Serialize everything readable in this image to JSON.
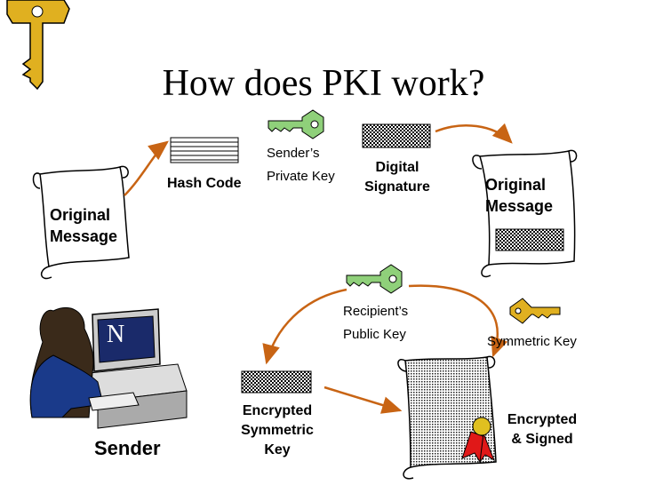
{
  "title": "How does PKI work?",
  "labels": {
    "original_message_left": [
      "Original",
      "Message"
    ],
    "hash_code": "Hash Code",
    "senders_private_key": [
      "Sender’s",
      "Private Key"
    ],
    "digital_signature": [
      "Digital",
      "Signature"
    ],
    "original_message_right": [
      "Original",
      "Message"
    ],
    "recipients_public_key": [
      "Recipient’s",
      "Public Key"
    ],
    "symmetric_key": "Symmetric Key",
    "encrypted_symmetric_key": [
      "Encrypted",
      "Symmetric",
      "Key"
    ],
    "encrypted_signed": [
      "Encrypted",
      "& Signed"
    ],
    "sender": "Sender",
    "monitor_logo": "N"
  },
  "colors": {
    "arrow": "#c86414",
    "key_green": "#8fd07a",
    "key_gold": "#e0b020",
    "scroll_fill": "#ffffff",
    "ribbon_red": "#e01818"
  },
  "icons": [
    "gold-key-icon",
    "green-key-icon",
    "green-key-icon",
    "gold-key-icon",
    "scroll-icon",
    "seal-ribbon-icon",
    "computer-user-icon"
  ]
}
